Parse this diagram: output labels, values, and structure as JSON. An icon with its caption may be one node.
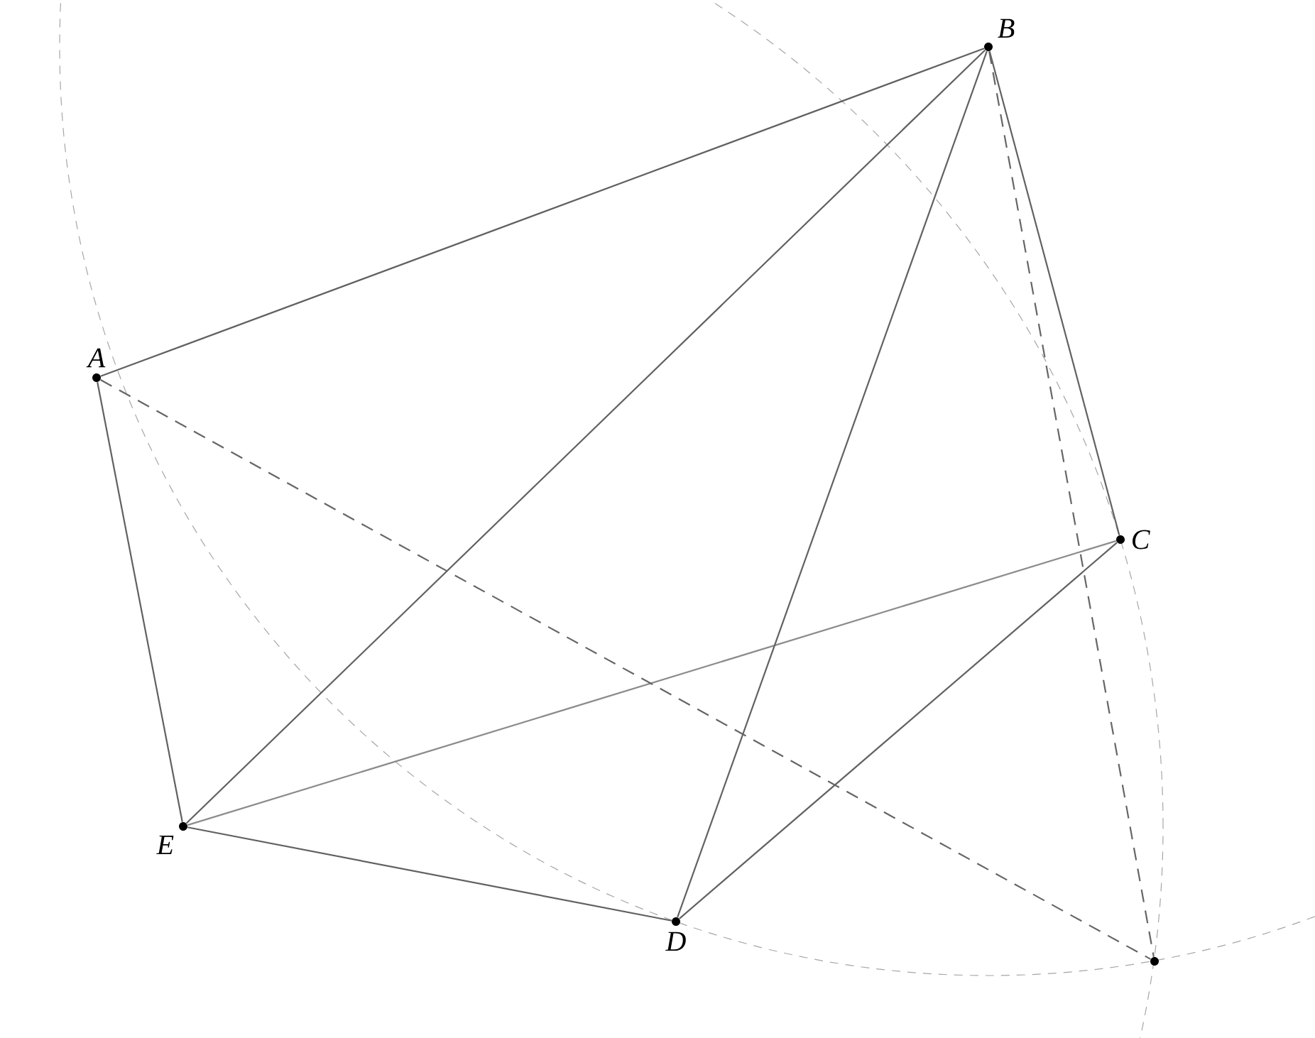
{
  "diagram": {
    "nodes": [
      {
        "text": [
          "A"
        ]
      },
      {
        "text": [
          "B"
        ]
      },
      {
        "text": [
          "C"
        ]
      },
      {
        "text": [
          "D"
        ]
      },
      {
        "text": [
          "E"
        ]
      },
      {
        "text": [],
        "shape": "circle"
      }
    ],
    "edges": [
      {
        "from": 0,
        "to": 1,
        "arrow": "none"
      },
      {
        "from": 1,
        "to": 2,
        "arrow": "none"
      },
      {
        "from": 2,
        "to": 3,
        "arrow": "none"
      },
      {
        "from": 3,
        "to": 4,
        "arrow": "none"
      },
      {
        "from": 4,
        "to": 0,
        "arrow": "none"
      },
      {
        "from": 4,
        "to": 1,
        "arrow": "none"
      },
      {
        "from": 4,
        "to": 2,
        "arrow": "none",
        "color": "#8c8c8c"
      },
      {
        "from": 1,
        "to": 3,
        "arrow": "none"
      },
      {
        "from": 0,
        "to": 5,
        "arrow": "none",
        "style": "dashed"
      },
      {
        "from": 1,
        "to": 5,
        "arrow": "none",
        "style": "dashed"
      }
    ]
  }
}
